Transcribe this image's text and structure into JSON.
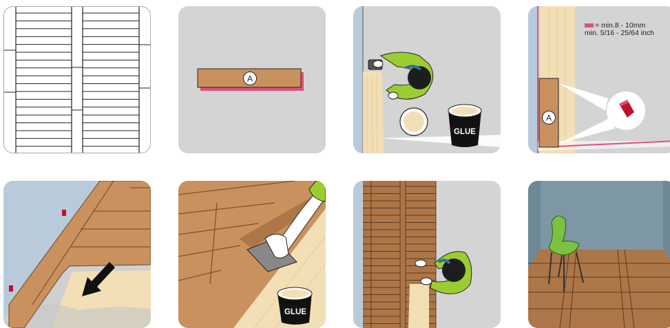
{
  "labels": {
    "plank_a": "A",
    "wall_plank_a": "A",
    "glue_1": "GLUE",
    "glue_2": "GLUE"
  },
  "legend": {
    "line1": "= min.8 - 10mm",
    "line2": "min. 5/16 - 25/64 inch"
  },
  "colors": {
    "panel_bg": "#d4d4d4",
    "wood": "#c8915e",
    "wood_dark": "#8a5a34",
    "glue_cream": "#f3dfb6",
    "wall_blue": "#b9cbdb",
    "spacer_red": "#e0507a",
    "shirt_green": "#9acd32",
    "chair_green": "#7cc242"
  }
}
